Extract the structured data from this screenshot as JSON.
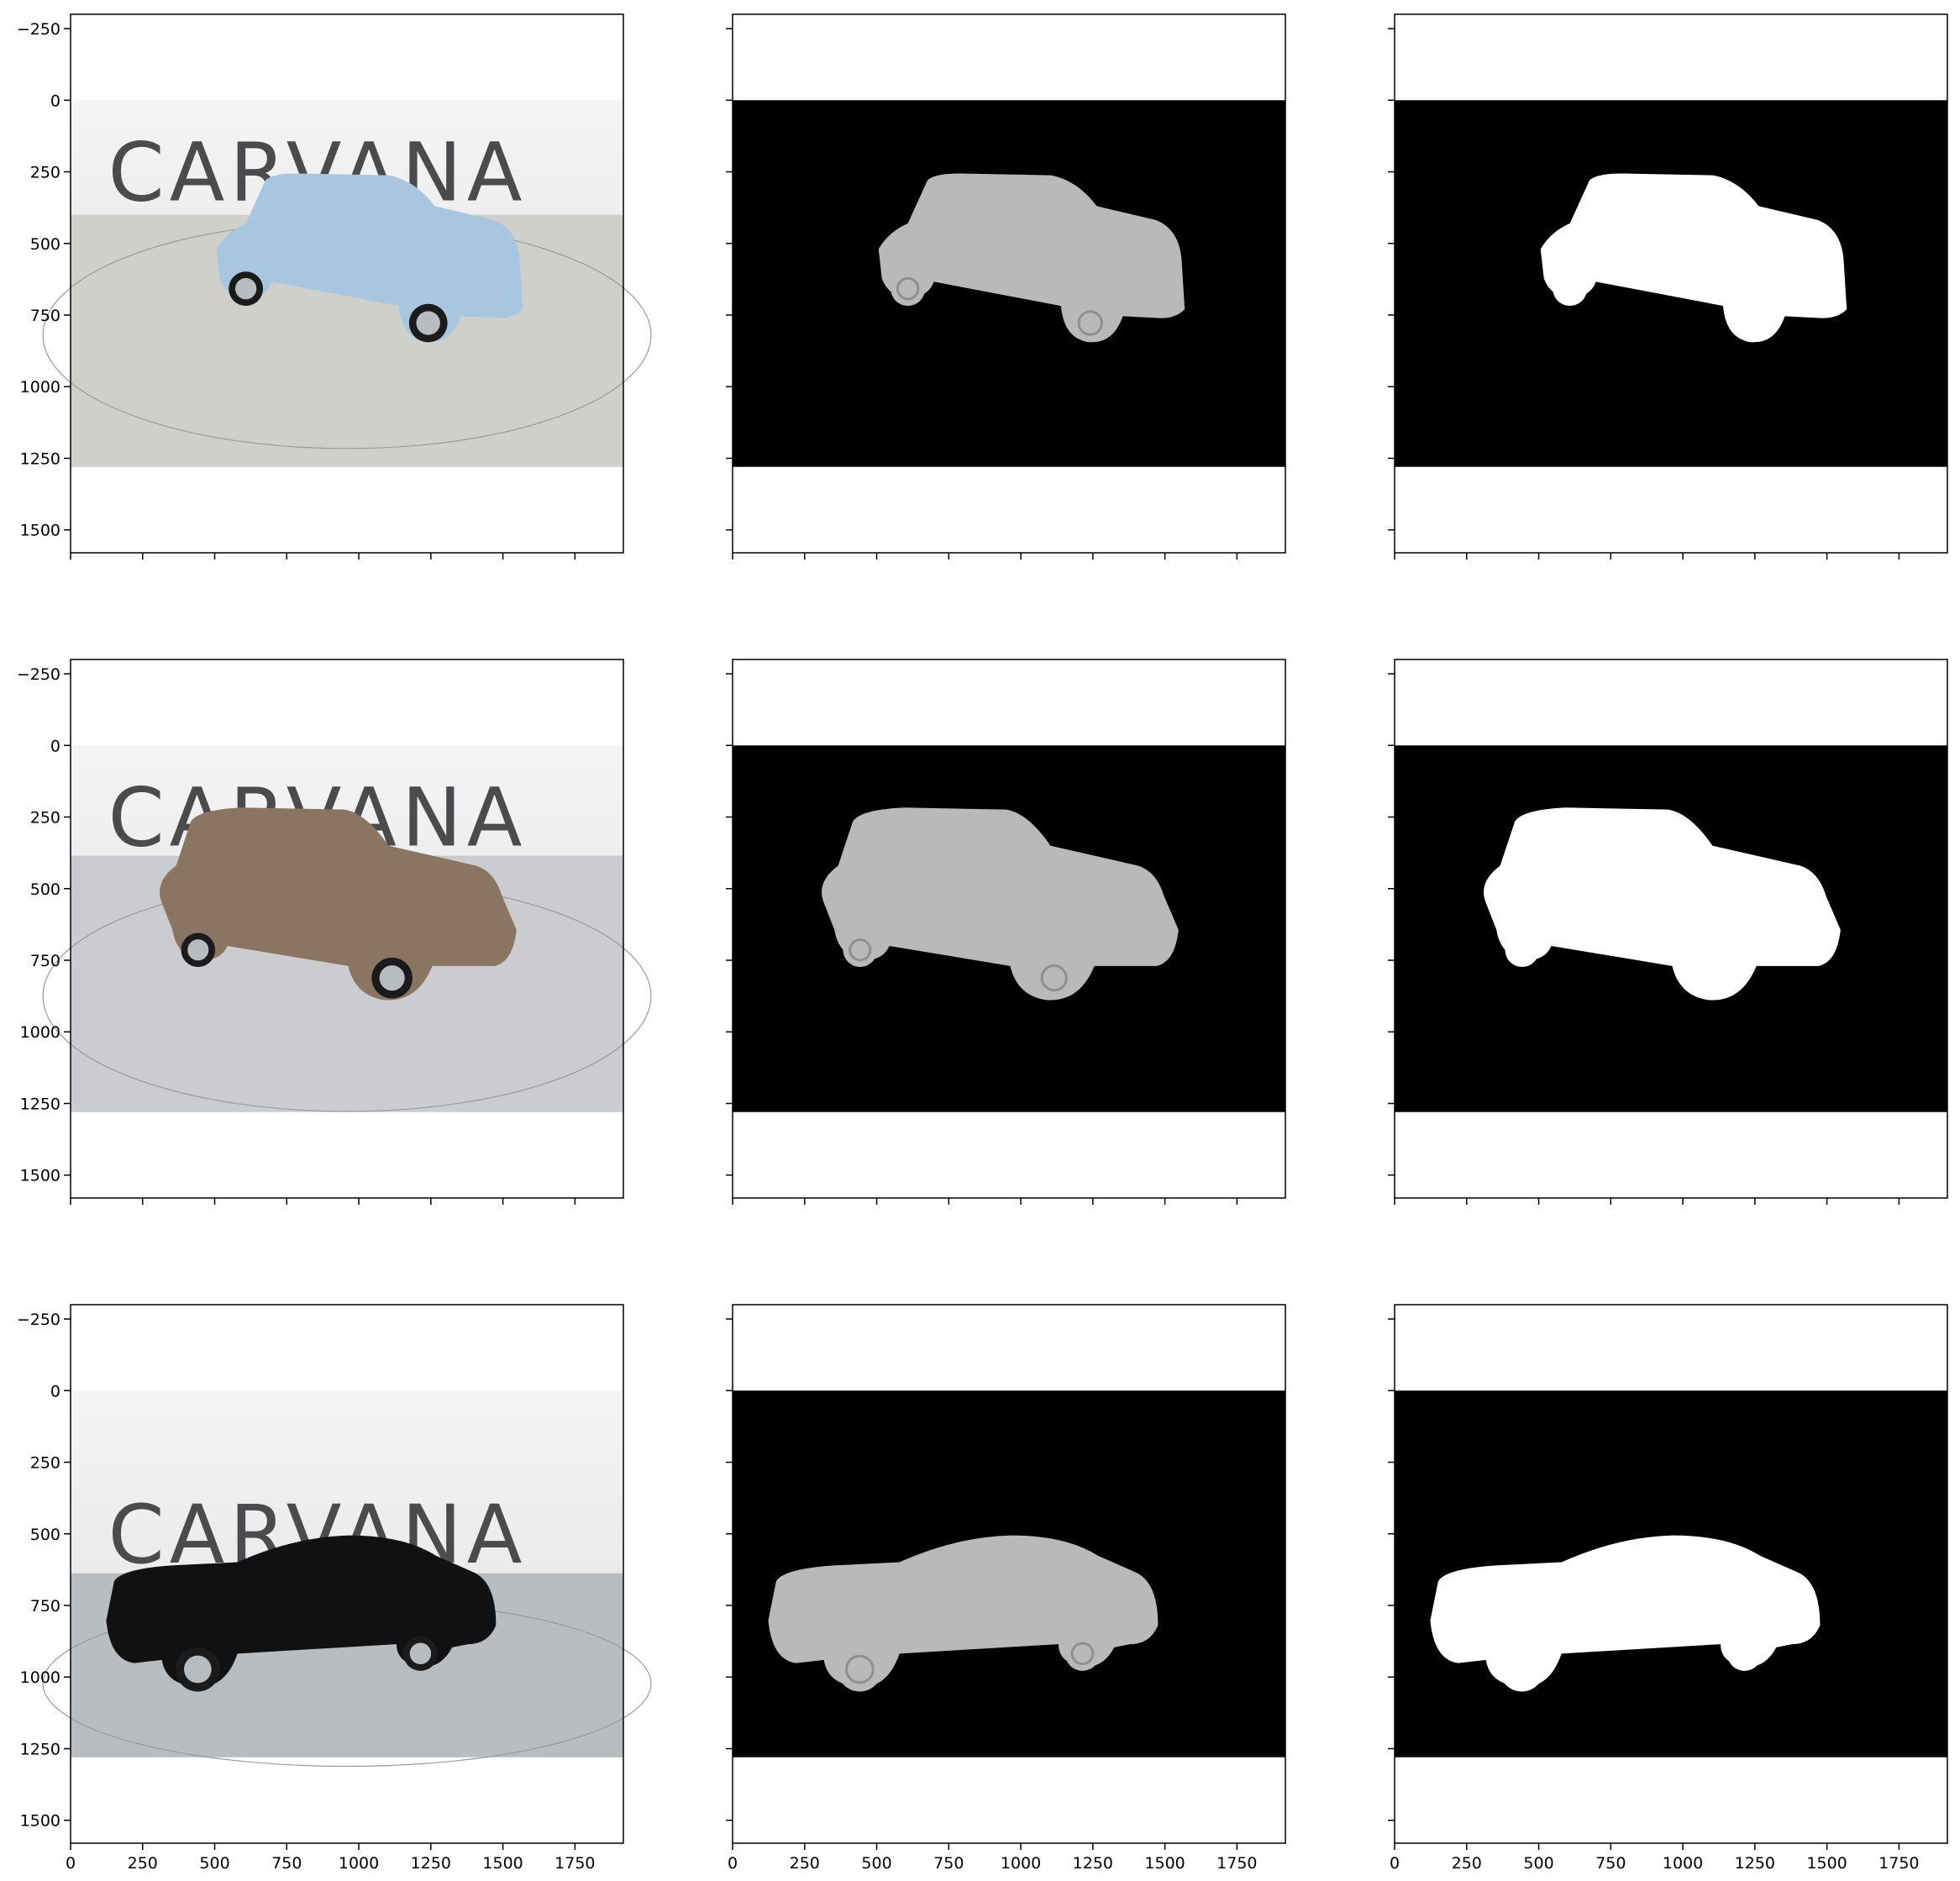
{
  "figure": {
    "rows": 3,
    "cols": 3,
    "x_ticks": [
      0,
      250,
      500,
      750,
      1000,
      1250,
      1500,
      1750
    ],
    "y_ticks": [
      -250,
      0,
      250,
      500,
      750,
      1000,
      1250,
      1500
    ],
    "x_tick_labels": [
      "0",
      "250",
      "500",
      "750",
      "1000",
      "1250",
      "1500",
      "1750"
    ],
    "y_tick_labels": [
      "−250",
      "0",
      "250",
      "500",
      "750",
      "1000",
      "1250",
      "1500"
    ]
  },
  "chart_data": [
    {
      "type": "image",
      "row": 0,
      "col": 0,
      "panel": "photo",
      "wordmark": "CARVANA",
      "car_color": "#a9c6e0",
      "floor_color": "#cfcfcb",
      "xlim": [
        0,
        1918
      ],
      "ylim": [
        1580,
        -300
      ],
      "image_extent": {
        "x": [
          0,
          1918
        ],
        "y": [
          0,
          1280
        ]
      }
    },
    {
      "type": "image",
      "row": 0,
      "col": 1,
      "panel": "prediction",
      "xlim": [
        0,
        1918
      ],
      "ylim": [
        1580,
        -300
      ],
      "image_extent": {
        "x": [
          0,
          1918
        ],
        "y": [
          0,
          1280
        ]
      }
    },
    {
      "type": "image",
      "row": 0,
      "col": 2,
      "panel": "mask",
      "xlim": [
        0,
        1918
      ],
      "ylim": [
        1580,
        -300
      ],
      "image_extent": {
        "x": [
          0,
          1918
        ],
        "y": [
          0,
          1280
        ]
      }
    },
    {
      "type": "image",
      "row": 1,
      "col": 0,
      "panel": "photo",
      "wordmark": "CARVANA",
      "car_color": "#8a7563",
      "floor_color": "#cacccf",
      "xlim": [
        0,
        1918
      ],
      "ylim": [
        1580,
        -300
      ],
      "image_extent": {
        "x": [
          0,
          1918
        ],
        "y": [
          0,
          1280
        ]
      }
    },
    {
      "type": "image",
      "row": 1,
      "col": 1,
      "panel": "prediction",
      "xlim": [
        0,
        1918
      ],
      "ylim": [
        1580,
        -300
      ],
      "image_extent": {
        "x": [
          0,
          1918
        ],
        "y": [
          0,
          1280
        ]
      }
    },
    {
      "type": "image",
      "row": 1,
      "col": 2,
      "panel": "mask",
      "xlim": [
        0,
        1918
      ],
      "ylim": [
        1580,
        -300
      ],
      "image_extent": {
        "x": [
          0,
          1918
        ],
        "y": [
          0,
          1280
        ]
      }
    },
    {
      "type": "image",
      "row": 2,
      "col": 0,
      "panel": "photo",
      "wordmark": "CARVANA",
      "car_color": "#111111",
      "floor_color": "#b9bdc0",
      "xlim": [
        0,
        1918
      ],
      "ylim": [
        1580,
        -300
      ],
      "image_extent": {
        "x": [
          0,
          1918
        ],
        "y": [
          0,
          1280
        ]
      }
    },
    {
      "type": "image",
      "row": 2,
      "col": 1,
      "panel": "prediction",
      "xlim": [
        0,
        1918
      ],
      "ylim": [
        1580,
        -300
      ],
      "image_extent": {
        "x": [
          0,
          1918
        ],
        "y": [
          0,
          1280
        ]
      }
    },
    {
      "type": "image",
      "row": 2,
      "col": 2,
      "panel": "mask",
      "xlim": [
        0,
        1918
      ],
      "ylim": [
        1580,
        -300
      ],
      "image_extent": {
        "x": [
          0,
          1918
        ],
        "y": [
          0,
          1280
        ]
      }
    }
  ]
}
